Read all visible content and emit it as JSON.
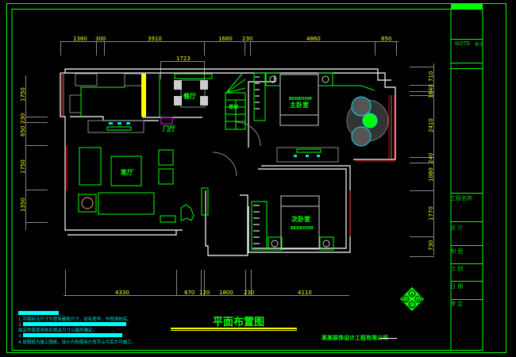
{
  "drawing": {
    "title": "平面布置图",
    "company": "某某装饰设计工程有限公司",
    "compass_letters": [
      "A",
      "B",
      "C",
      "D"
    ]
  },
  "title_block": {
    "note_label": "NOTE",
    "note_value": "备注",
    "project_name": "工程名称",
    "designer": "设 计",
    "drafter": "制 图",
    "scale": "比 例",
    "date": "日 期",
    "approver": "审 定"
  },
  "notes": [
    "1.平面标注尺寸为现场量取尺寸，如有差异，作现场核实。",
    "2.",
    "拟定的需现场核实相关尺寸以最终确定。",
    "3.",
    "4.该图纸为施工图纸，设计方和使用方签字认可后方可施工。"
  ],
  "rooms": {
    "living": "客厅",
    "dining": "餐厅",
    "master_bedroom": "主卧室",
    "master_bedroom_code": "BEDROOM",
    "second_bedroom": "次卧室",
    "second_bedroom_code": "BEDROOM",
    "entrance": "门厅",
    "stair": "楼梯"
  },
  "dimensions": {
    "top": [
      "1380",
      "300",
      "3910",
      "1680",
      "230",
      "4860",
      "850"
    ],
    "top_inner": "1723",
    "bottom": [
      "4330",
      "870",
      "120",
      "1800",
      "230",
      "4110"
    ],
    "left": [
      "1750",
      "230",
      "650",
      "1750",
      "1350"
    ],
    "right": [
      "710",
      "1840",
      "2410",
      "240",
      "1080",
      "1770",
      "730"
    ]
  },
  "colors": {
    "frame": "#00ff00",
    "wall": "#ffffff",
    "dimension": "#ffff00",
    "dim_line": "#888888",
    "note": "#00e5e5",
    "furniture_green": "#00ff00",
    "window_red": "#ff0000"
  }
}
